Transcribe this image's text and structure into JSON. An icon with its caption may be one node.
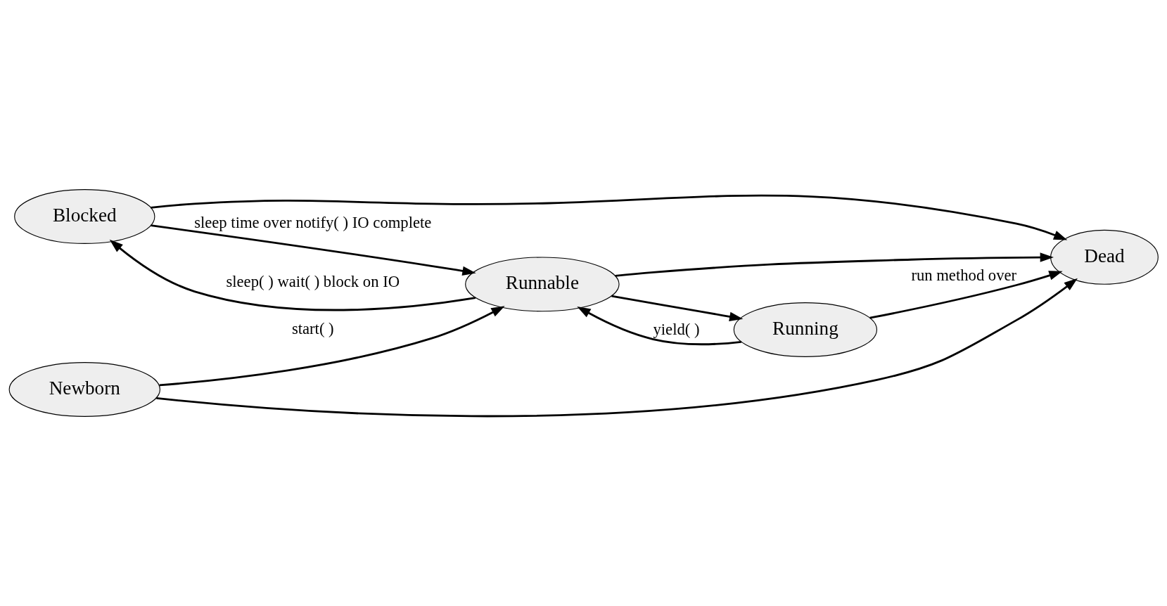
{
  "diagram": {
    "nodes": [
      {
        "text": [
          "Blocked"
        ]
      },
      {
        "text": [
          "Newborn"
        ]
      },
      {
        "text": [
          "Dead"
        ]
      },
      {
        "text": [
          "Runnable"
        ]
      },
      {
        "text": [
          "Running"
        ]
      }
    ],
    "edges": [
      {
        "from": 0,
        "to": 2,
        "arrow": "to"
      },
      {
        "from": 1,
        "to": 2,
        "arrow": "to"
      },
      {
        "from": 1,
        "to": 3,
        "arrow": "to",
        "label": "start( )"
      },
      {
        "from": 3,
        "to": 0,
        "arrow": "to",
        "label": "sleep( ) wait( ) block on IO"
      },
      {
        "from": 0,
        "to": 3,
        "arrow": "to",
        "label": "sleep time over notify( ) IO complete"
      },
      {
        "from": 3,
        "to": 2,
        "arrow": "to"
      },
      {
        "from": 4,
        "to": 2,
        "arrow": "to",
        "label": "run method over"
      },
      {
        "from": 3,
        "to": 4,
        "arrow": "to"
      },
      {
        "from": 4,
        "to": 3,
        "arrow": "to",
        "label": "yield( )"
      }
    ]
  }
}
